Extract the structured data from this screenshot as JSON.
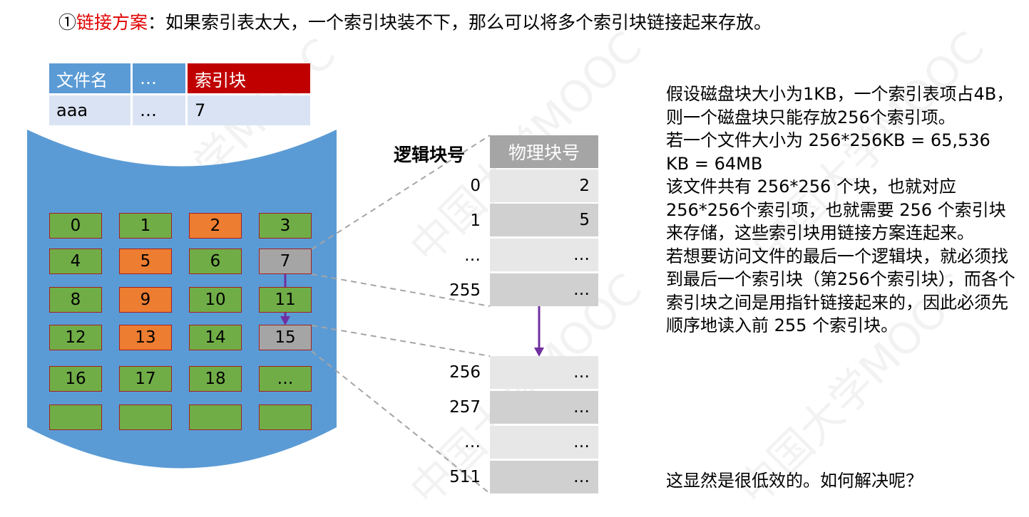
{
  "title": {
    "prefix": "①",
    "highlight": "链接方案",
    "rest": "：如果索引表太大，一个索引块装不下，那么可以将多个索引块链接起来存放。"
  },
  "directory": {
    "headers": [
      "文件名",
      "…",
      "索引块"
    ],
    "row": [
      "aaa",
      "…",
      "7"
    ]
  },
  "disk": {
    "blocks": [
      [
        "0",
        "1",
        "2",
        "3"
      ],
      [
        "4",
        "5",
        "6",
        "7"
      ],
      [
        "8",
        "9",
        "10",
        "11"
      ],
      [
        "12",
        "13",
        "14",
        "15"
      ],
      [
        "16",
        "17",
        "18",
        "…"
      ],
      [
        "",
        "",
        "",
        ""
      ]
    ]
  },
  "index_table": {
    "header_logical": "逻辑块号",
    "header_physical": "物理块号",
    "first": [
      {
        "logical": "0",
        "physical": "2"
      },
      {
        "logical": "1",
        "physical": "5"
      },
      {
        "logical": "…",
        "physical": "…"
      },
      {
        "logical": "255",
        "physical": "…"
      }
    ],
    "second": [
      {
        "logical": "256",
        "physical": "…"
      },
      {
        "logical": "257",
        "physical": "…"
      },
      {
        "logical": "…",
        "physical": "…"
      },
      {
        "logical": "511",
        "physical": "…"
      }
    ]
  },
  "note": {
    "p1": "假设磁盘块大小为1KB，一个索引表项占4B，则一个磁盘块只能存放256个索引项。",
    "p2": "若一个文件大小为 256*256KB = 65,536 KB = 64MB",
    "p3": "该文件共有 256*256 个块，也就对应256*256个索引项，也就需要 256 个索引块来存储，这些索引块用链接方案连起来。",
    "p4": "若想要访问文件的最后一个逻辑块，就必须找到最后一个索引块（第256个索引块），而各个索引块之间是用指针链接起来的，因此必须先顺序地读入前 255 个索引块。",
    "conclusion": "这显然是很低效的。如何解决呢？"
  },
  "watermark": "中国大学MOOC",
  "colors": {
    "accent_red": "#e10000",
    "header_blue": "#5b9bd5",
    "index_red": "#c00000",
    "free_block": "#70ad47",
    "file_block": "#ed7d31",
    "index_block": "#a5a5a5",
    "arrow": "#7030a0"
  }
}
